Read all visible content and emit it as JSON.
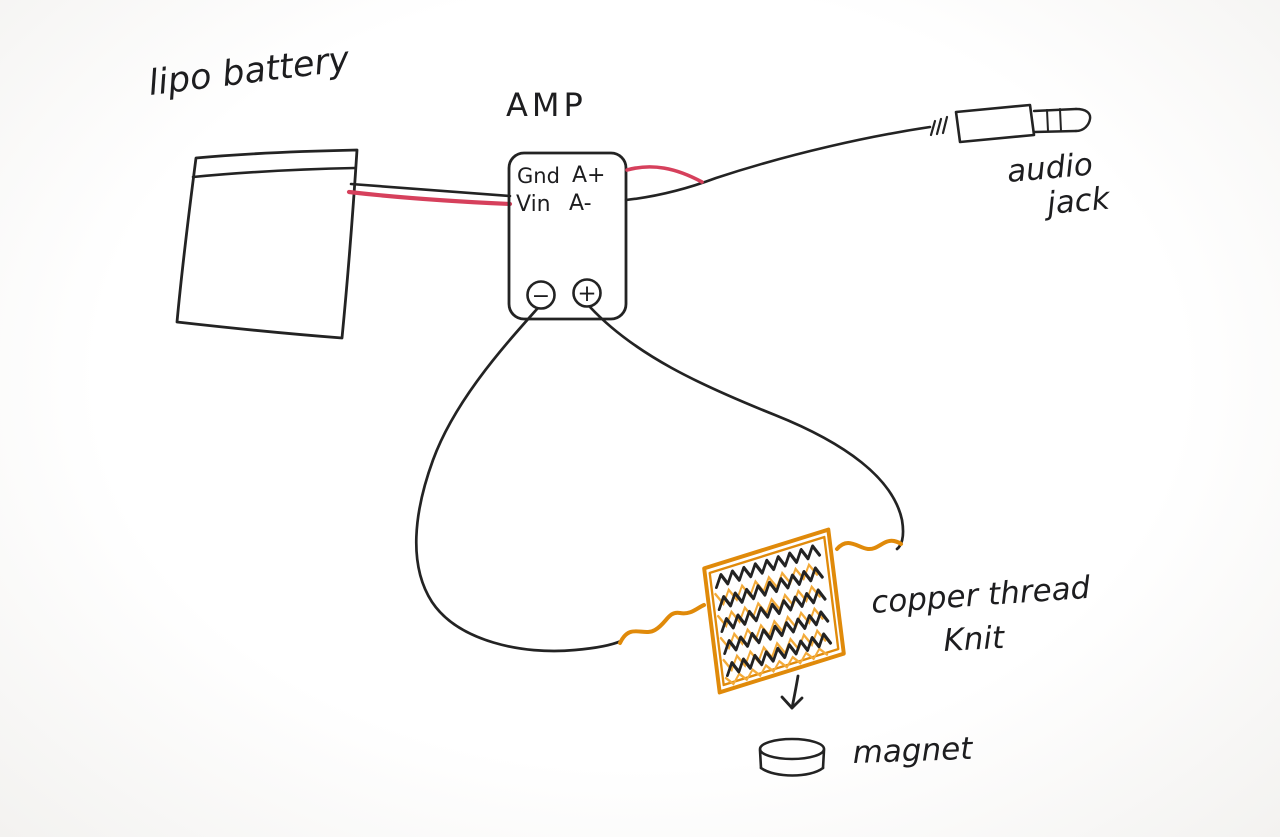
{
  "diagram": {
    "labels": {
      "battery": "lipo battery",
      "amp": "AMP",
      "audio_line1": "audio",
      "audio_line2": "jack",
      "knit_line1": "copper thread",
      "knit_line2": "Knit",
      "magnet": "magnet"
    },
    "amp": {
      "pin_gnd": "Gnd",
      "pin_aplus": "A+",
      "pin_vin": "Vin",
      "pin_aminus": "A-",
      "terminal_minus": "−",
      "terminal_plus": "+"
    },
    "colors": {
      "ink": "#232323",
      "red_wire": "#d6405c",
      "copper_dark": "#e08a0a",
      "copper_light": "#f3ab3a"
    }
  }
}
